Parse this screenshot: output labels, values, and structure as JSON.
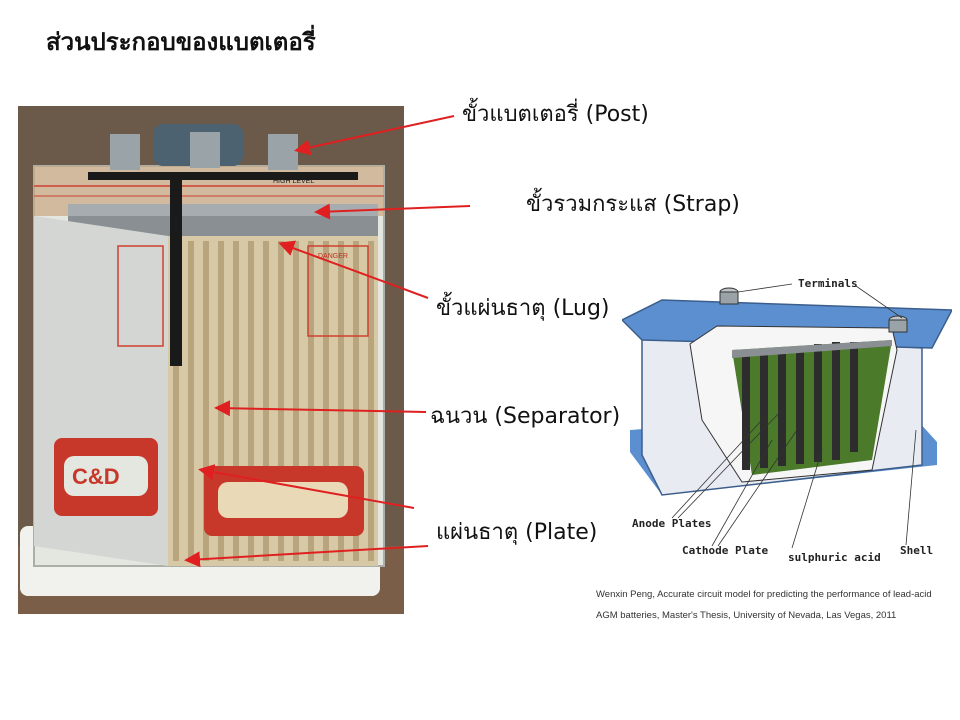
{
  "title": "ส่วนประกอบของแบตเตอรี่",
  "labels": {
    "post": "ขั้วแบตเตอรี่ (Post)",
    "strap": "ขั้วรวมกระแส (Strap)",
    "lug": "ขั้วแผ่นธาตุ (Lug)",
    "separator": "ฉนวน (Separator)",
    "plate": "แผ่นธาตุ (Plate)"
  },
  "cutaway_labels": {
    "terminals": "Terminals",
    "anode": "Anode Plates",
    "cathode": "Cathode Plate",
    "acid": "sulphuric acid",
    "shell": "Shell"
  },
  "photo_marks": {
    "high_level": "HIGH LEVEL",
    "danger": "DANGER",
    "logo": "C&D"
  },
  "citation": "Wenxin Peng, Accurate circuit model for predicting the performance of lead-acid AGM batteries, Master's Thesis, University of Nevada, Las Vegas, 2011",
  "colors": {
    "arrow": "#e02020",
    "shell_blue": "#5b8fd0",
    "plate_green": "#4a7a2a",
    "logo_red": "#c8382a"
  }
}
